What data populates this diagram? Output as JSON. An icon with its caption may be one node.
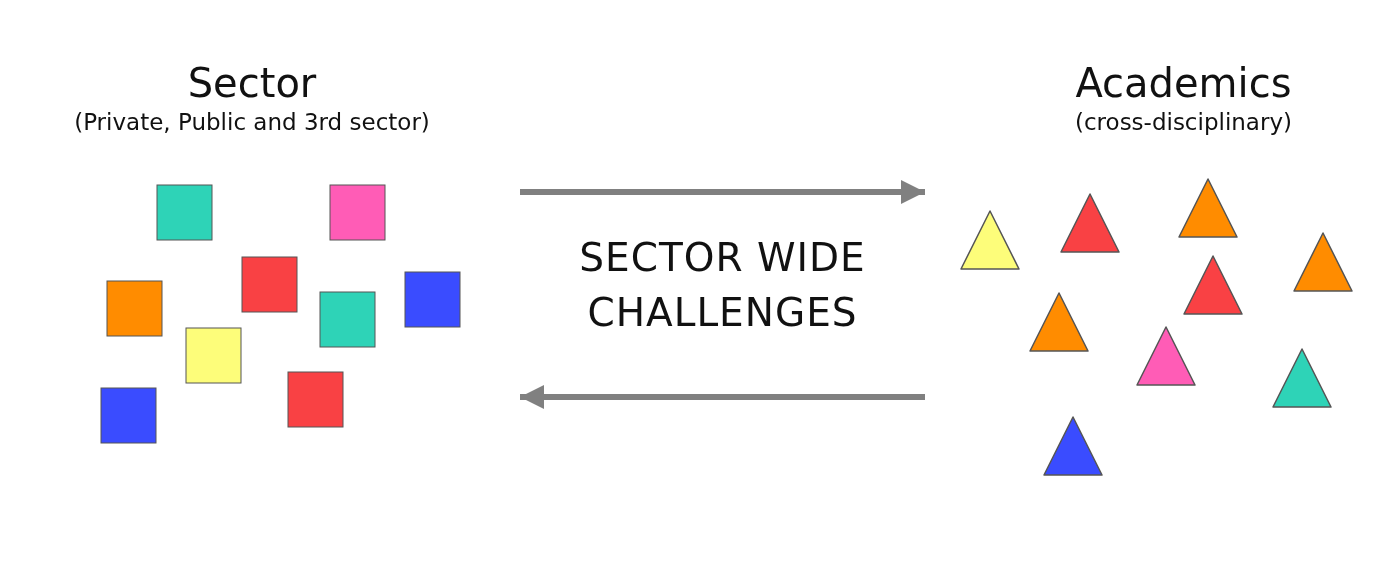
{
  "diagram": {
    "nodes": [
      {
        "text": [
          "Sector",
          "(Private, Public and 3rd sector)"
        ]
      },
      {
        "text": [
          "Academics",
          "(cross-disciplinary)"
        ]
      }
    ],
    "edges": [
      {
        "from": 0,
        "to": 1,
        "arrow": "to"
      },
      {
        "from": 1,
        "to": 0,
        "arrow": "to"
      }
    ],
    "labels": [
      "SECTOR WIDE CHALLENGES"
    ]
  }
}
